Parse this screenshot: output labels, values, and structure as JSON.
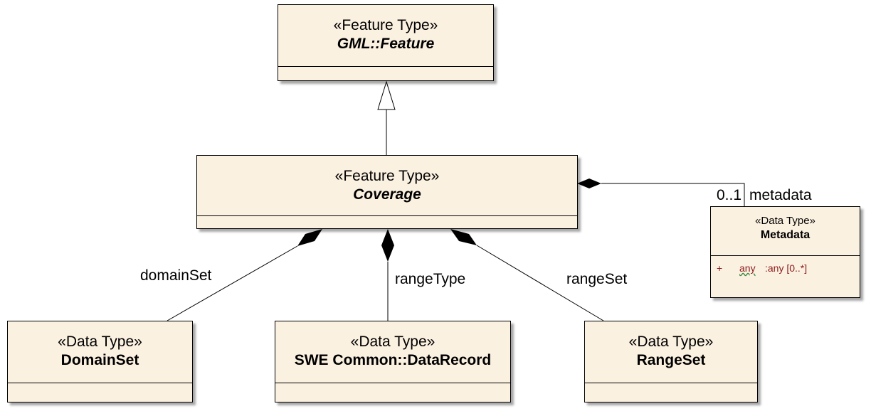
{
  "classes": {
    "feature": {
      "stereotype": "«Feature Type»",
      "name": "GML::Feature"
    },
    "coverage": {
      "stereotype": "«Feature Type»",
      "name": "Coverage"
    },
    "metadata": {
      "stereotype": "«Data Type»",
      "name": "Metadata",
      "attribute": {
        "visibility": "+",
        "name": "any",
        "type": ":any [0..*]"
      }
    },
    "domainset": {
      "stereotype": "«Data Type»",
      "name": "DomainSet"
    },
    "datarecord": {
      "stereotype": "«Data Type»",
      "name": "SWE Common::DataRecord"
    },
    "rangeset": {
      "stereotype": "«Data Type»",
      "name": "RangeSet"
    }
  },
  "associations": {
    "domain_set": "domainSet",
    "range_type": "rangeType",
    "range_set": "rangeSet",
    "metadata_role": "metadata",
    "metadata_multiplicity": "0..1"
  },
  "colors": {
    "class_fill": "#fbf1e1",
    "attribute_text": "#8b1a1a",
    "line": "#000000"
  }
}
